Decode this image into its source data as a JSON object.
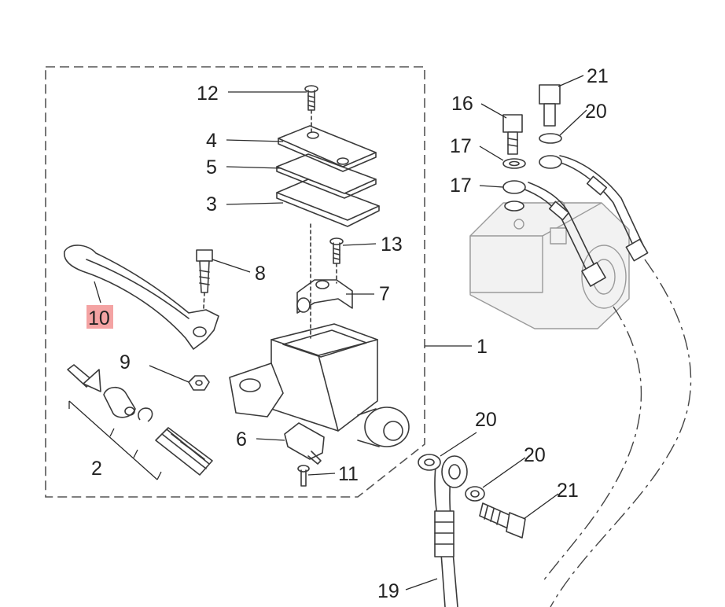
{
  "callouts": {
    "c1": "1",
    "c2": "2",
    "c3": "3",
    "c4": "4",
    "c5": "5",
    "c6": "6",
    "c7": "7",
    "c8": "8",
    "c9": "9",
    "c10": "10",
    "c11": "11",
    "c12": "12",
    "c13": "13",
    "c16": "16",
    "c17a": "17",
    "c17b": "17",
    "c19": "19",
    "c20a": "20",
    "c20b": "20",
    "c20c": "20",
    "c21a": "21",
    "c21b": "21"
  },
  "colors": {
    "highlight": "#f4a3a3",
    "ink": "#3a3a3a",
    "abs_unit": "#9a9a9a"
  }
}
